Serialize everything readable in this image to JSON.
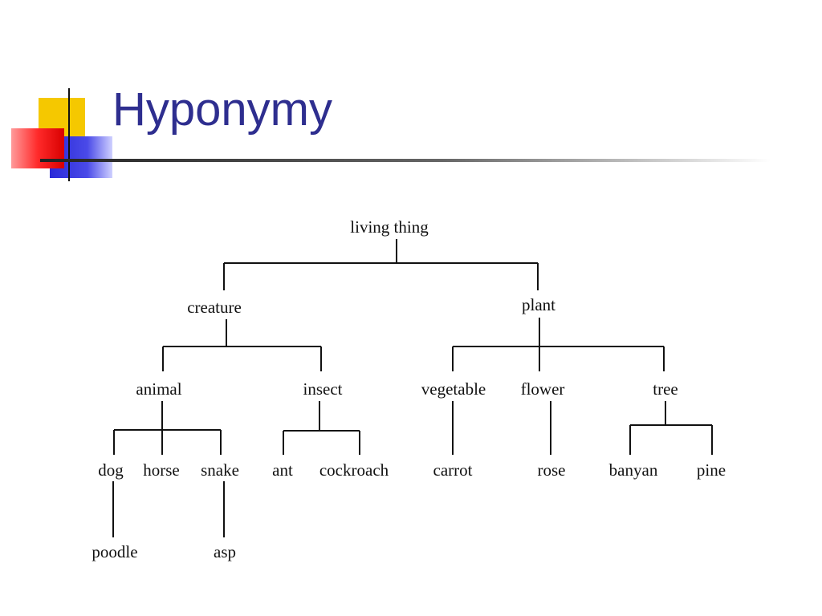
{
  "slide": {
    "title": "Hyponymy"
  },
  "colors": {
    "title": "#2e2e8f",
    "deco_yellow": "#f5c800",
    "deco_red": "#ff3030",
    "deco_blue": "#2a2ad8",
    "line": "#111111"
  },
  "tree": {
    "living_thing": "living thing",
    "creature": "creature",
    "plant": "plant",
    "animal": "animal",
    "insect": "insect",
    "vegetable": "vegetable",
    "flower": "flower",
    "tree": "tree",
    "dog": "dog",
    "horse": "horse",
    "snake": "snake",
    "ant": "ant",
    "cockroach": "cockroach",
    "carrot": "carrot",
    "rose": "rose",
    "banyan": "banyan",
    "pine": "pine",
    "poodle": "poodle",
    "asp": "asp"
  }
}
